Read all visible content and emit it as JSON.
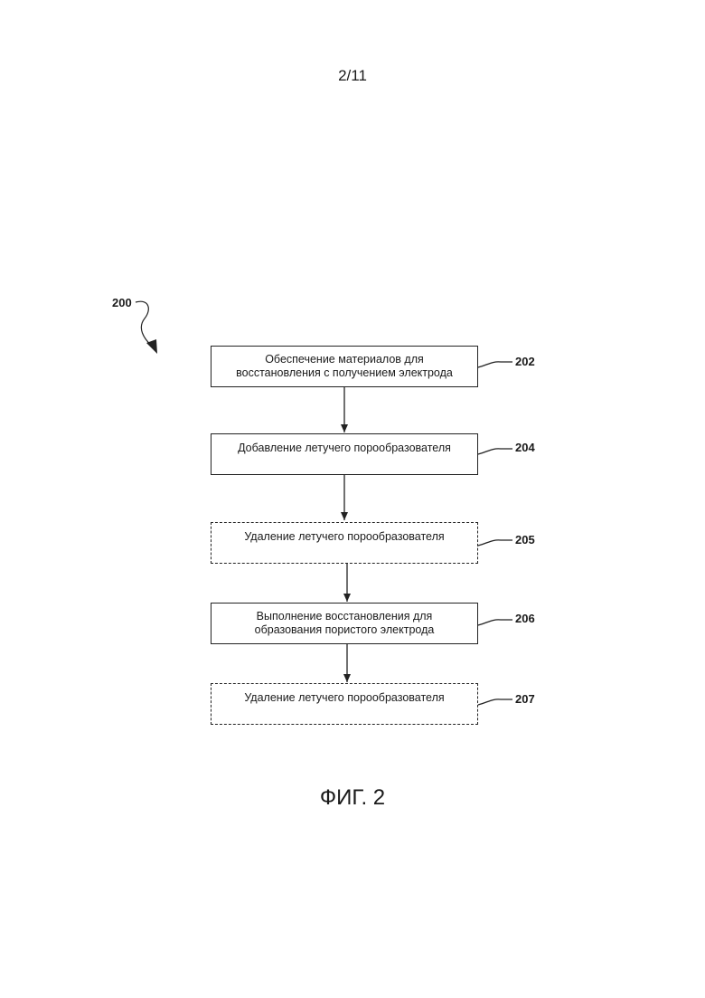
{
  "page_number": "2/11",
  "figure_ref": "200",
  "steps": [
    {
      "text": "Обеспечение материалов для\nвосстановления с получением электрода",
      "ref": "202",
      "style": "solid"
    },
    {
      "text": "Добавление летучего порообразователя",
      "ref": "204",
      "style": "solid"
    },
    {
      "text": "Удаление летучего порообразователя",
      "ref": "205",
      "style": "dashed"
    },
    {
      "text": "Выполнение восстановления для\nобразования пористого электрода",
      "ref": "206",
      "style": "solid"
    },
    {
      "text": "Удаление летучего порообразователя",
      "ref": "207",
      "style": "dashed"
    }
  ],
  "caption": "ФИГ. 2"
}
